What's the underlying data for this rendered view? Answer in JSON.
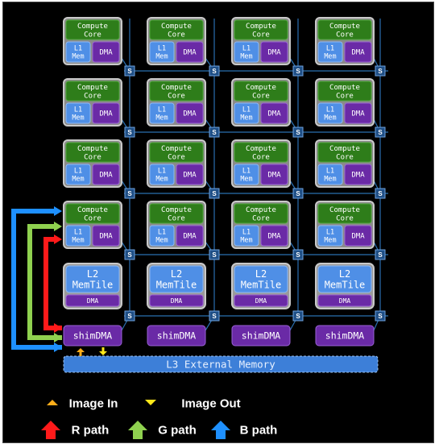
{
  "labels": {
    "compute_core": "Compute\nCore",
    "l1_mem": "L1\nMem",
    "dma": "DMA",
    "switch": "S",
    "l2_memtile": "L2\nMemTile",
    "l2_dma": "DMA",
    "shim_dma": "shimDMA",
    "l3_external_memory": "L3 External Memory"
  },
  "legend": {
    "image_in": "Image In",
    "image_out": "Image Out",
    "r_path": "R path",
    "g_path": "G path",
    "b_path": "B path"
  },
  "grid": {
    "columns": 4,
    "compute_rows": 4
  },
  "colors": {
    "background": "#000000",
    "tile_frame": "#c9c9c9",
    "compute_green": "#2e7d1a",
    "l1_blue": "#4f8fe6",
    "dma_purple": "#6a2aa6",
    "switch_blue": "#1f4f86",
    "wire": "#2a6fb0",
    "l3_blue": "#3d7fd8",
    "red_path": "#ff1a1a",
    "green_path": "#8fd14f",
    "blue_path": "#1e90ff",
    "image_in_arrow": "#ffae1a",
    "image_out_arrow": "#ffe81a"
  }
}
